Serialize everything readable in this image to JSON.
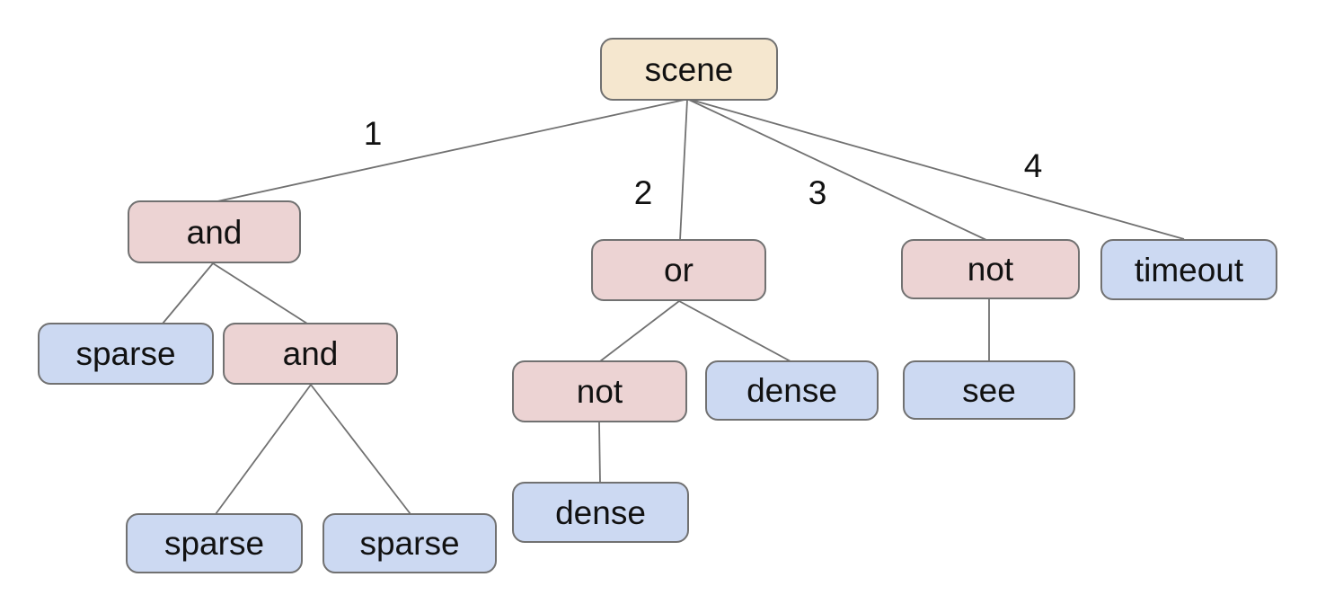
{
  "colors": {
    "background": "#ffffff",
    "node_root_fill": "#f5e7cf",
    "node_operator_fill": "#ecd3d3",
    "node_leaf_fill": "#ccd9f2",
    "node_border": "#717171",
    "edge_line": "#717171",
    "text": "#111111"
  },
  "diagram": {
    "type": "tree",
    "tree": {
      "label": "scene",
      "kind": "root",
      "children": [
        {
          "edge_label": "1",
          "label": "and",
          "kind": "operator",
          "children": [
            {
              "label": "sparse",
              "kind": "leaf",
              "children": []
            },
            {
              "label": "and",
              "kind": "operator",
              "children": [
                {
                  "label": "sparse",
                  "kind": "leaf",
                  "children": []
                },
                {
                  "label": "sparse",
                  "kind": "leaf",
                  "children": []
                }
              ]
            }
          ]
        },
        {
          "edge_label": "2",
          "label": "or",
          "kind": "operator",
          "children": [
            {
              "label": "not",
              "kind": "operator",
              "children": [
                {
                  "label": "dense",
                  "kind": "leaf",
                  "children": []
                }
              ]
            },
            {
              "label": "dense",
              "kind": "leaf",
              "children": []
            }
          ]
        },
        {
          "edge_label": "3",
          "label": "not",
          "kind": "operator",
          "children": [
            {
              "label": "see",
              "kind": "leaf",
              "children": []
            }
          ]
        },
        {
          "edge_label": "4",
          "label": "timeout",
          "kind": "leaf",
          "children": []
        }
      ]
    }
  }
}
